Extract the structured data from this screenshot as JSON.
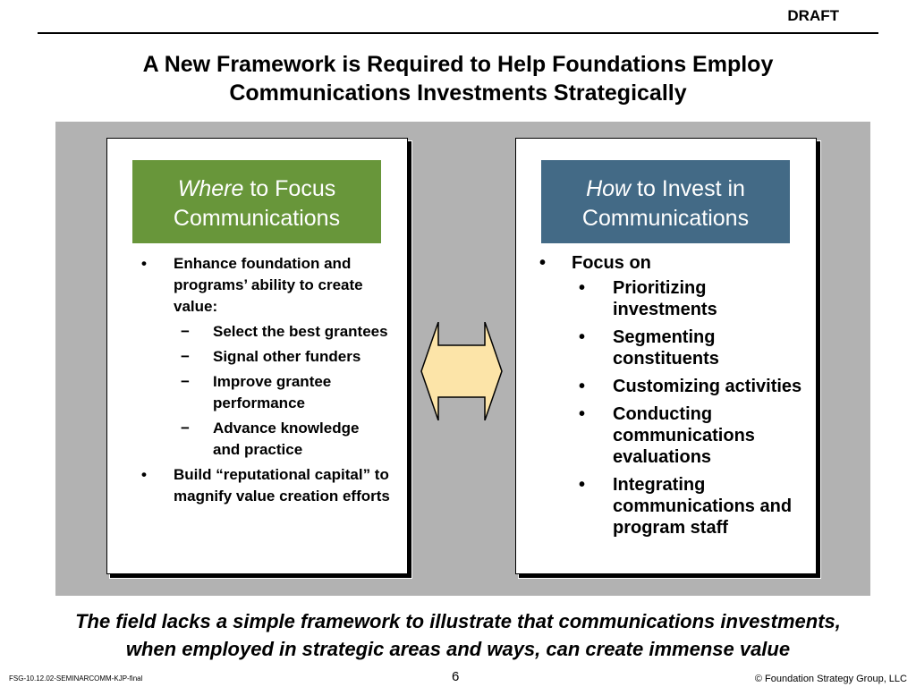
{
  "header": {
    "draft_label": "DRAFT"
  },
  "title": {
    "line1": "A New Framework is Required to Help Foundations Employ",
    "line2": "Communications Investments Strategically"
  },
  "left_card": {
    "header_em": "Where",
    "header_rest": " to Focus",
    "header_line2": "Communications",
    "items": [
      {
        "text": "Enhance foundation and programs’ ability to create value:",
        "sub": [
          "Select the best grantees",
          "Signal other funders",
          "Improve grantee performance",
          "Advance knowledge and practice"
        ]
      },
      {
        "text": "Build “reputational capital” to magnify value creation efforts",
        "sub": []
      }
    ]
  },
  "right_card": {
    "header_em": "How",
    "header_rest": " to Invest in",
    "header_line2": "Communications",
    "focus": "Focus on",
    "items": [
      "Prioritizing investments",
      "Segmenting constituents",
      "Customizing activities",
      "Conducting communications evaluations",
      "Integrating communications and program staff"
    ]
  },
  "colors": {
    "left_header": "#68963a",
    "right_header": "#436a86",
    "panel": "#b2b2b2",
    "arrow_fill": "#fce4a8"
  },
  "bottom_text": {
    "line1": "The field lacks a simple framework to illustrate that communications investments,",
    "line2": "when employed in strategic areas and ways, can create immense value"
  },
  "footer": {
    "doc_id": "FSG-10.12.02-SEMINARCOMM-KJP-final",
    "page_number": "6",
    "copyright": "© Foundation Strategy Group, LLC"
  }
}
